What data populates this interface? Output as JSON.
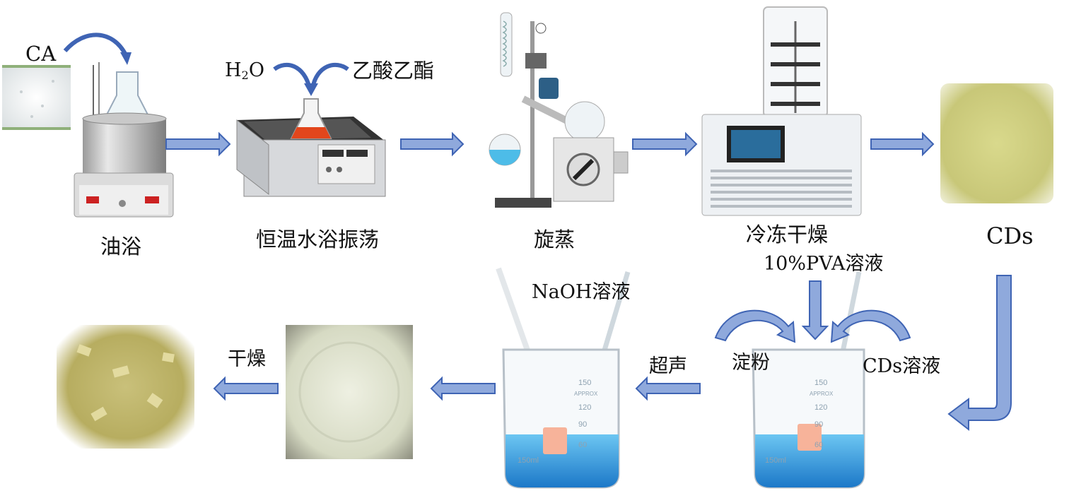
{
  "labels": {
    "ca": "CA",
    "h2o_main": "H",
    "h2o_sub": "2",
    "h2o_end": "O",
    "ethyl_acetate": "乙酸乙酯",
    "oil_bath": "油浴",
    "shaker": "恒温水浴振荡",
    "rotovap": "旋蒸",
    "freeze_dry": "冷冻干燥",
    "cds": "CDs",
    "pva": "10%PVA溶液",
    "naoh": "NaOH溶液",
    "starch": "淀粉",
    "cds_solution": "CDs溶液",
    "ultrasound": "超声",
    "dry": "干燥"
  },
  "beaker_marks": [
    "150",
    "120",
    "90",
    "60",
    "150ml",
    "APPROX"
  ],
  "colors": {
    "arrow_fill": "#8fa9dc",
    "arrow_stroke": "#3f64b4",
    "powder_yellow": "#cfcf7e",
    "liquid_blue": "#3aa0e0",
    "gel": "#dfe2d0",
    "crystal": "#c9c27a"
  }
}
